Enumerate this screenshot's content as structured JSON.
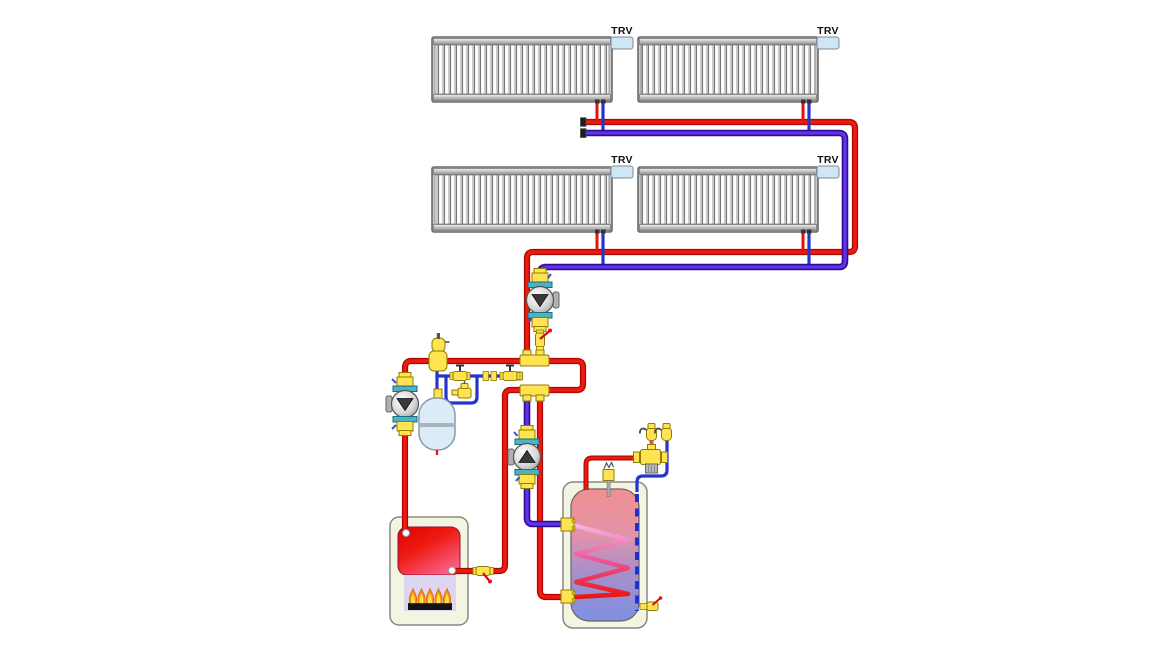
{
  "diagram": {
    "kind": "central-heating-system-schematic",
    "trv_labels": [
      "TRV",
      "TRV",
      "TRV",
      "TRV"
    ],
    "counts": {
      "radiators": 4,
      "pumps": 3,
      "flames": 5
    },
    "colors": {
      "supply_pipe_red": "#e81208",
      "return_pipe_purple": "#5a1fc8",
      "cold_fill_pipe_blue": "#2434cf",
      "mixed_water_magenta": "#ee3aa8",
      "brass_yellow": "#ffe350",
      "pump_flange_teal": "#4ab4c4",
      "trv_head_blue": "#cfe6f4",
      "casing_cream": "#f4f4e2",
      "flame_orange": "#ff9212",
      "flame_yellow": "#ffe24a"
    },
    "components": {
      "radiator": "panel radiator",
      "trv": "thermostatic radiator valve head",
      "pump": "circulation pump",
      "boiler": "boiler with burner flames",
      "cylinder": "hot water cylinder with heating coil and dip tube",
      "expansion_vessel": "expansion vessel",
      "air_separator": "air separator with automatic air vent",
      "mixing_valve": "thermostatic mixing valve",
      "fill_loop": "filling loop with check valve and safety valve"
    }
  }
}
